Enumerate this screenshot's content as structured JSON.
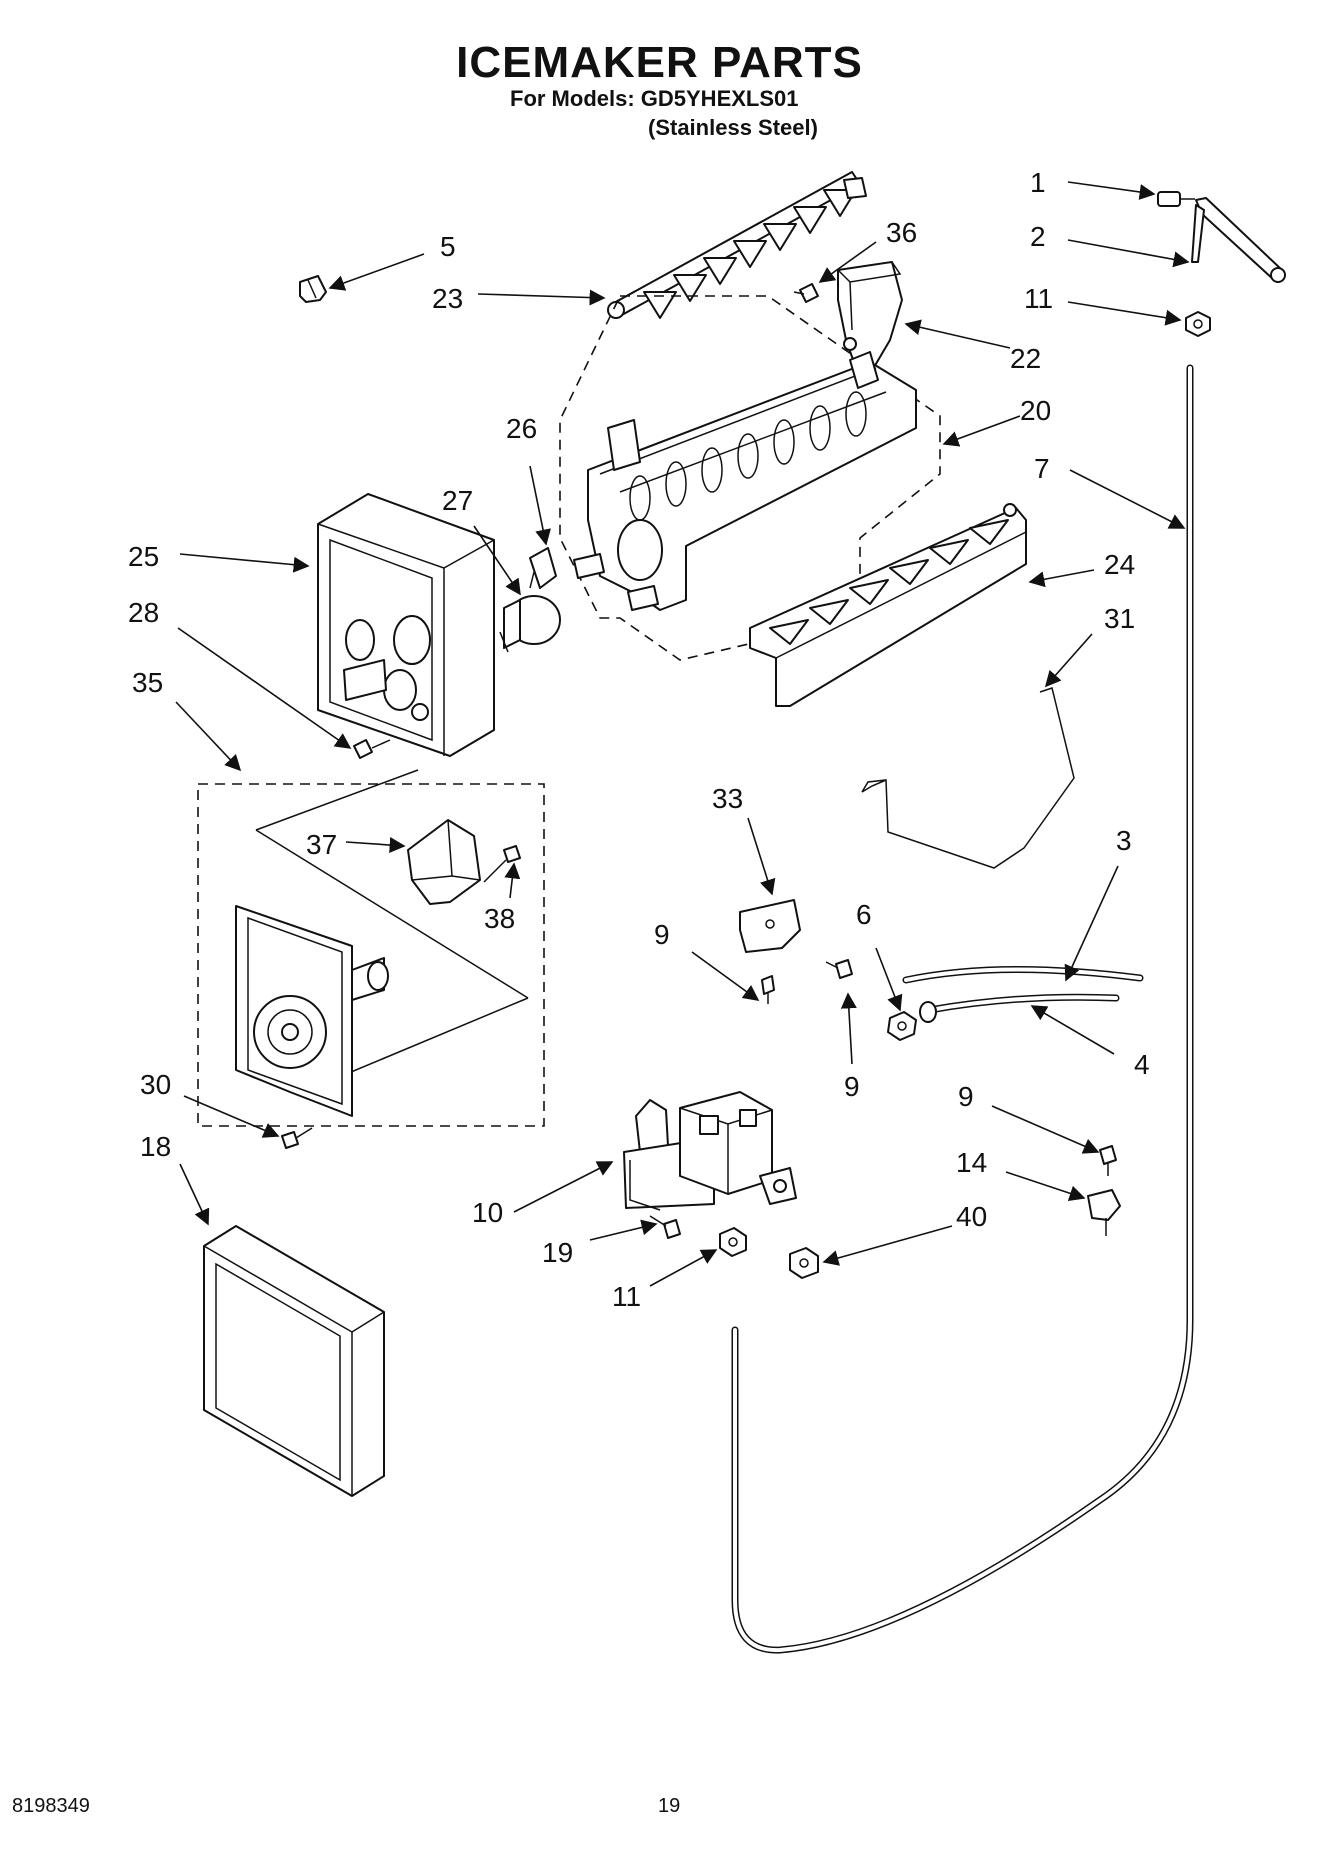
{
  "header": {
    "title": "ICEMAKER PARTS",
    "models_line": "For Models: GD5YHEXLS01",
    "finish_line": "(Stainless Steel)"
  },
  "callouts": {
    "c1": "1",
    "c2": "2",
    "c3": "3",
    "c4": "4",
    "c5": "5",
    "c6": "6",
    "c7": "7",
    "c9a": "9",
    "c9b": "9",
    "c9c": "9",
    "c10": "10",
    "c11a": "11",
    "c11b": "11",
    "c14": "14",
    "c18": "18",
    "c19": "19",
    "c20": "20",
    "c22": "22",
    "c23": "23",
    "c24": "24",
    "c25": "25",
    "c26": "26",
    "c27": "27",
    "c28": "28",
    "c30": "30",
    "c31": "31",
    "c33": "33",
    "c35": "35",
    "c36": "36",
    "c37": "37",
    "c38": "38",
    "c40": "40"
  },
  "footer": {
    "doc_number": "8198349",
    "page_number": "19"
  }
}
